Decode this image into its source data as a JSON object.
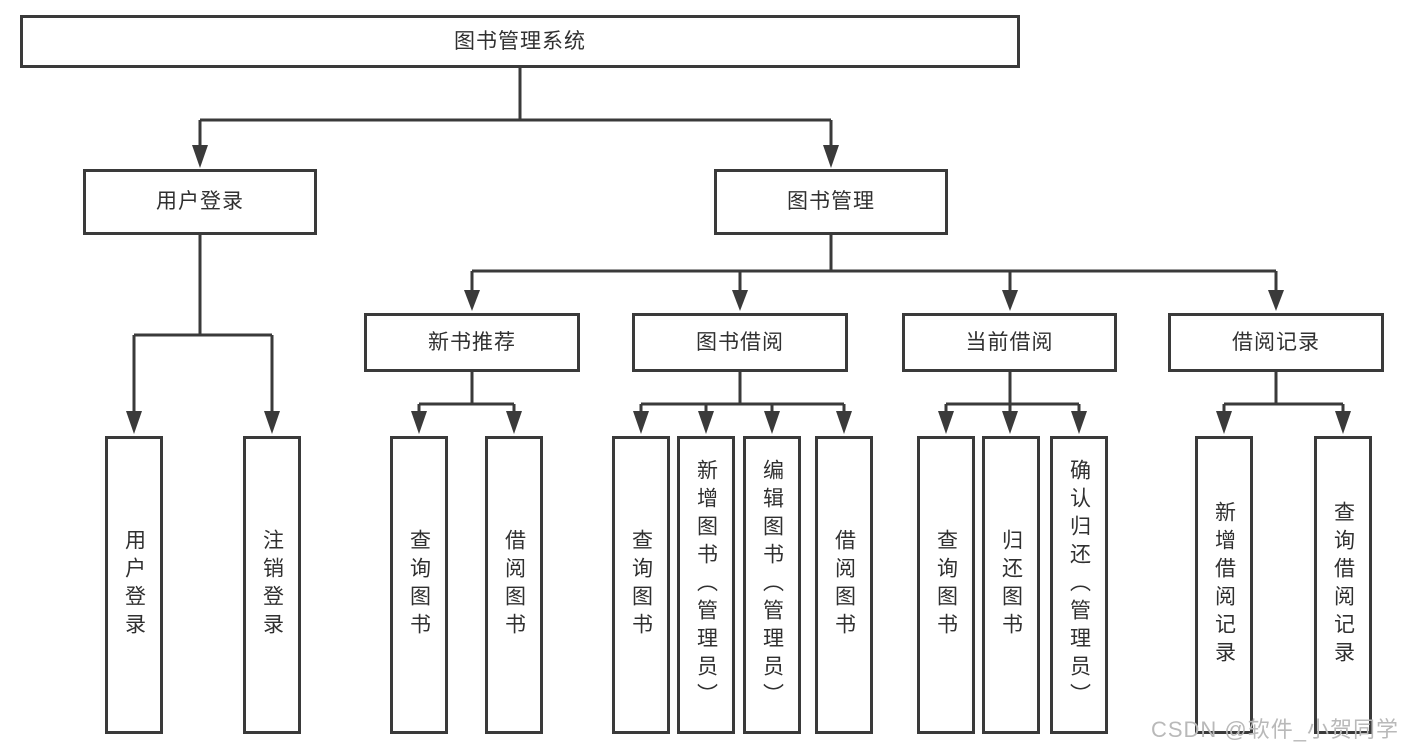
{
  "colors": {
    "line": "#3a3a3a",
    "box_border": "#3a3a3a",
    "text": "#303030",
    "watermark_text": "#b9b9b9",
    "background": "#ffffff"
  },
  "watermark": {
    "text": "CSDN @软件_小贺同学"
  },
  "tree": {
    "label": "图书管理系统",
    "children": [
      {
        "label": "用户登录",
        "children": [
          {
            "label": "用户登录"
          },
          {
            "label": "注销登录"
          }
        ]
      },
      {
        "label": "图书管理",
        "children": [
          {
            "label": "新书推荐",
            "children": [
              {
                "label": "查询图书"
              },
              {
                "label": "借阅图书"
              }
            ]
          },
          {
            "label": "图书借阅",
            "children": [
              {
                "label": "查询图书"
              },
              {
                "label": "新增图书（管理员）"
              },
              {
                "label": "编辑图书（管理员）"
              },
              {
                "label": "借阅图书"
              }
            ]
          },
          {
            "label": "当前借阅",
            "children": [
              {
                "label": "查询图书"
              },
              {
                "label": "归还图书"
              },
              {
                "label": "确认归还（管理员）"
              }
            ]
          },
          {
            "label": "借阅记录",
            "children": [
              {
                "label": "新增借阅记录"
              },
              {
                "label": "查询借阅记录"
              }
            ]
          }
        ]
      }
    ]
  }
}
